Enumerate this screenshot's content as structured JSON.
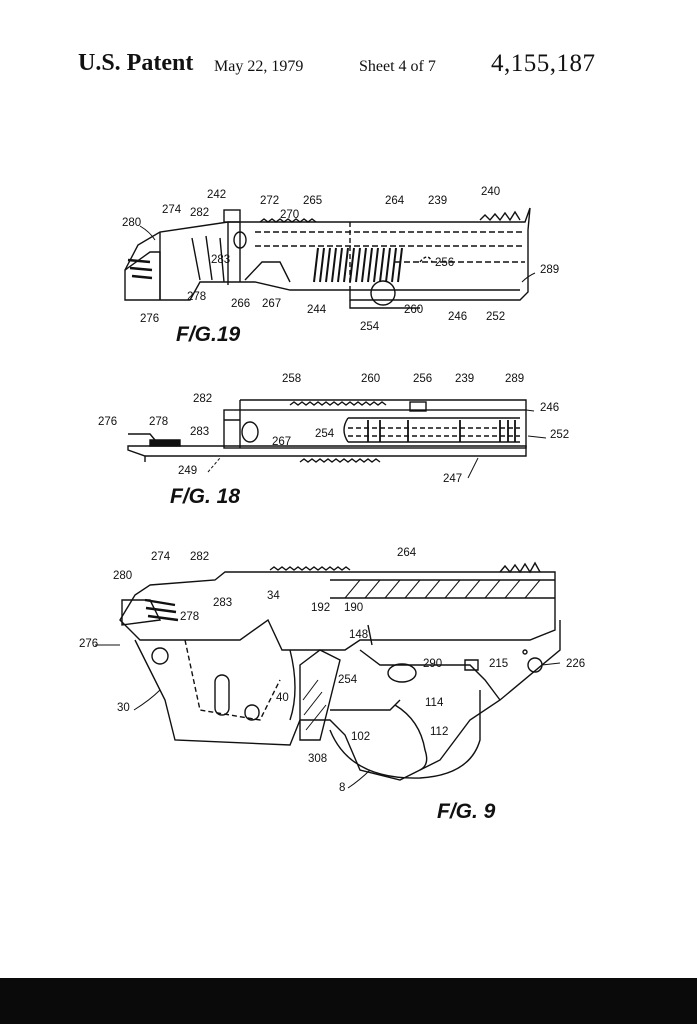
{
  "header": {
    "title": "U.S. Patent",
    "date": "May 22, 1979",
    "sheet": "Sheet 4 of 7",
    "patent_number": "4,155,187"
  },
  "fig19": {
    "caption": "F/G.19",
    "labels": [
      "242",
      "274",
      "282",
      "272",
      "265",
      "264",
      "239",
      "240",
      "280",
      "270",
      "283",
      "256",
      "289",
      "278",
      "266",
      "267",
      "244",
      "260",
      "246",
      "252",
      "276",
      "254"
    ]
  },
  "fig18": {
    "caption": "F/G. 18",
    "labels": [
      "258",
      "260",
      "256",
      "239",
      "289",
      "282",
      "246",
      "276",
      "278",
      "283",
      "267",
      "254",
      "252",
      "249",
      "247"
    ]
  },
  "fig9": {
    "caption": "F/G. 9",
    "labels": [
      "274",
      "282",
      "264",
      "280",
      "283",
      "34",
      "192",
      "190",
      "278",
      "148",
      "276",
      "290",
      "215",
      "226",
      "254",
      "40",
      "114",
      "30",
      "102",
      "112",
      "308",
      "8"
    ]
  }
}
